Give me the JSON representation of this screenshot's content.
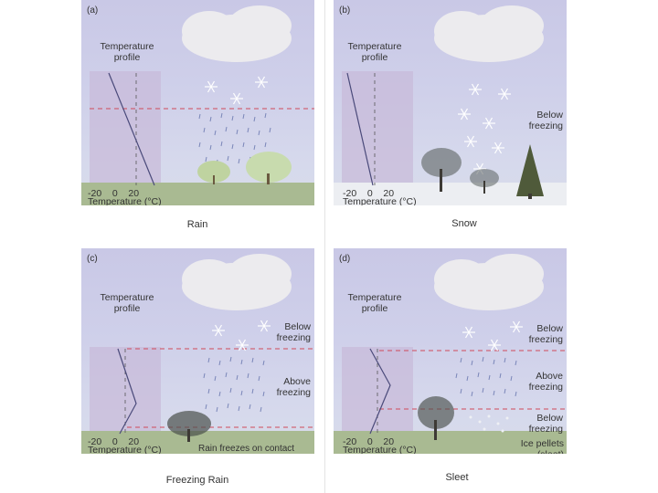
{
  "panels": [
    {
      "id": "a",
      "letter": "(a)",
      "profile_label": "Temperature\nprofile",
      "axis_ticks": "-20    0    20",
      "axis_label": "Temperature (°C)",
      "caption": "Rain",
      "annotations": []
    },
    {
      "id": "b",
      "letter": "(b)",
      "profile_label": "Temperature\nprofile",
      "axis_ticks": "-20    0    20",
      "axis_label": "Temperature (°C)",
      "caption": "Snow",
      "annotations": [
        "Below\nfreezing"
      ]
    },
    {
      "id": "c",
      "letter": "(c)",
      "profile_label": "Temperature\nprofile",
      "axis_ticks": "-20    0    20",
      "axis_label": "Temperature (°C)",
      "caption": "Freezing Rain",
      "annotations": [
        "Below\nfreezing",
        "Above\nfreezing",
        "Rain freezes on contact"
      ]
    },
    {
      "id": "d",
      "letter": "(d)",
      "profile_label": "Temperature\nprofile",
      "axis_ticks": "-20    0    20",
      "axis_label": "Temperature (°C)",
      "caption": "Sleet",
      "annotations": [
        "Below\nfreezing",
        "Above\nfreezing",
        "Below\nfreezing",
        "Ice pellets\n(sleet)"
      ]
    }
  ],
  "colors": {
    "cold_line": "#d04a5a",
    "profile_line": "#4a4a7a",
    "ground": "#a8b890",
    "cloud": "#e9e6ea",
    "rain": "#7a86b8",
    "snowflake": "#ffffff"
  }
}
